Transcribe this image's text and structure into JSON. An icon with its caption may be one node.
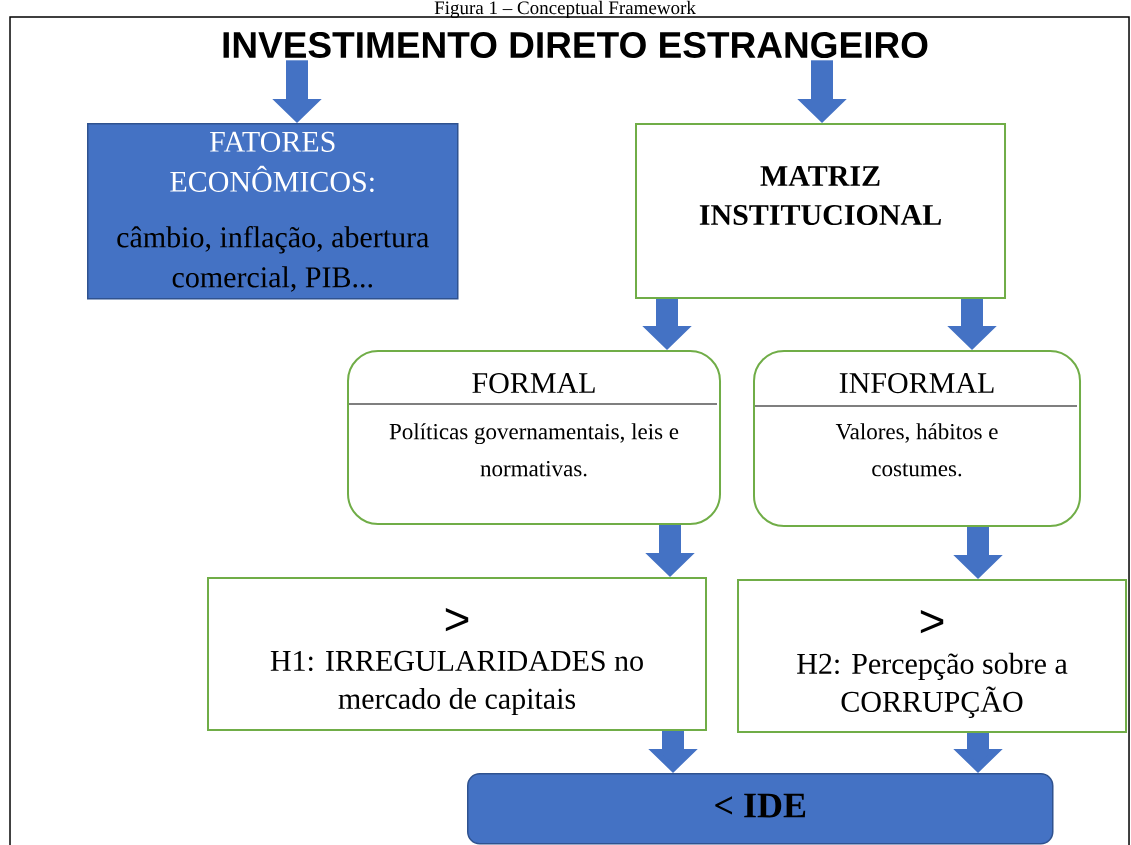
{
  "diagram": {
    "title": "Figura 1 – Conceptual Framework",
    "nodes": [
      {
        "text": [
          "INVESTIMENTO DIRETO ESTRANGEIRO"
        ]
      },
      {
        "text": [
          "FATORES ECONÔMICOS:",
          "câmbio, inflação, abertura comercial, PIB..."
        ]
      },
      {
        "text": [
          "MATRIZ INSTITUCIONAL"
        ]
      },
      {
        "text": [
          "FORMAL",
          "Políticas governamentais, leis e normativas."
        ]
      },
      {
        "text": [
          "INFORMAL",
          "Valores, hábitos e costumes."
        ]
      },
      {
        "text": [
          ">",
          "H1: IRREGULARIDADES no mercado de capitais"
        ]
      },
      {
        "text": [
          ">",
          "H2: Percepção sobre a CORRUPÇÃO"
        ]
      },
      {
        "text": [
          "< **IDE**"
        ]
      }
    ],
    "edges": [
      {
        "from": 0,
        "to": 1,
        "arrow": "to"
      },
      {
        "from": 0,
        "to": 2,
        "arrow": "to"
      },
      {
        "from": 2,
        "to": 3,
        "arrow": "to"
      },
      {
        "from": 2,
        "to": 4,
        "arrow": "to"
      },
      {
        "from": 3,
        "to": 5,
        "arrow": "to"
      },
      {
        "from": 4,
        "to": 6,
        "arrow": "to"
      },
      {
        "from": 5,
        "to": 7,
        "arrow": "to"
      },
      {
        "from": 6,
        "to": 7,
        "arrow": "to"
      }
    ]
  }
}
